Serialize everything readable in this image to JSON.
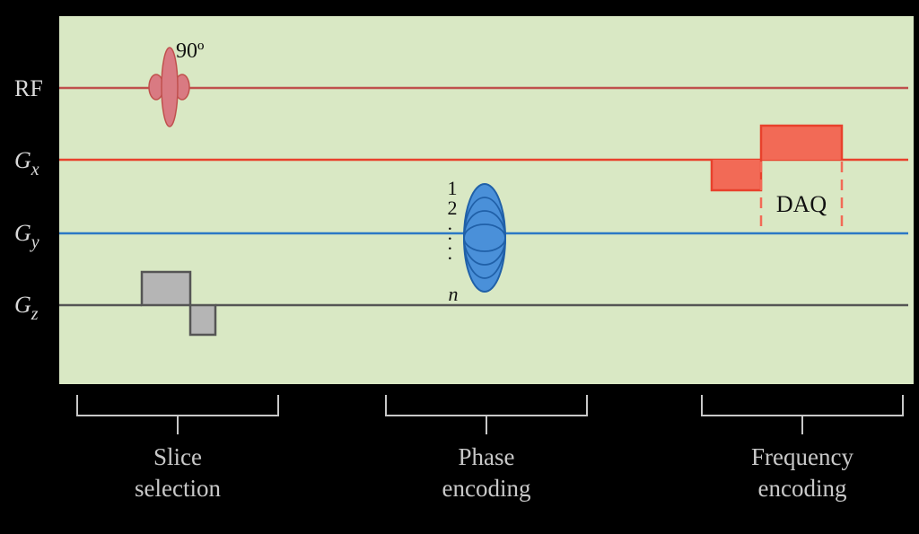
{
  "colors": {
    "background": "#000000",
    "panel": "#d9e8c4",
    "rf_line": "#c0504d",
    "rf_pulse": "#d97a82",
    "gx_line": "#e8412c",
    "gx_fill": "#f26a56",
    "gy_line": "#2b78c5",
    "gy_fill": "#4a90d9",
    "gz_line": "#555555",
    "gz_fill": "#b5b5b5",
    "bracket": "#c8c8c8"
  },
  "rows": {
    "rf": "RF",
    "gx": {
      "base": "G",
      "sub": "x"
    },
    "gy": {
      "base": "G",
      "sub": "y"
    },
    "gz": {
      "base": "G",
      "sub": "z"
    }
  },
  "rf_pulse_label": "90º",
  "phase_steps": {
    "first": "1",
    "second": "2",
    "dots": ". . . .",
    "last": "n"
  },
  "daq_label": "DAQ",
  "sections": [
    {
      "line1": "Slice",
      "line2": "selection"
    },
    {
      "line1": "Phase",
      "line2": "encoding"
    },
    {
      "line1": "Frequency",
      "line2": "encoding"
    }
  ]
}
